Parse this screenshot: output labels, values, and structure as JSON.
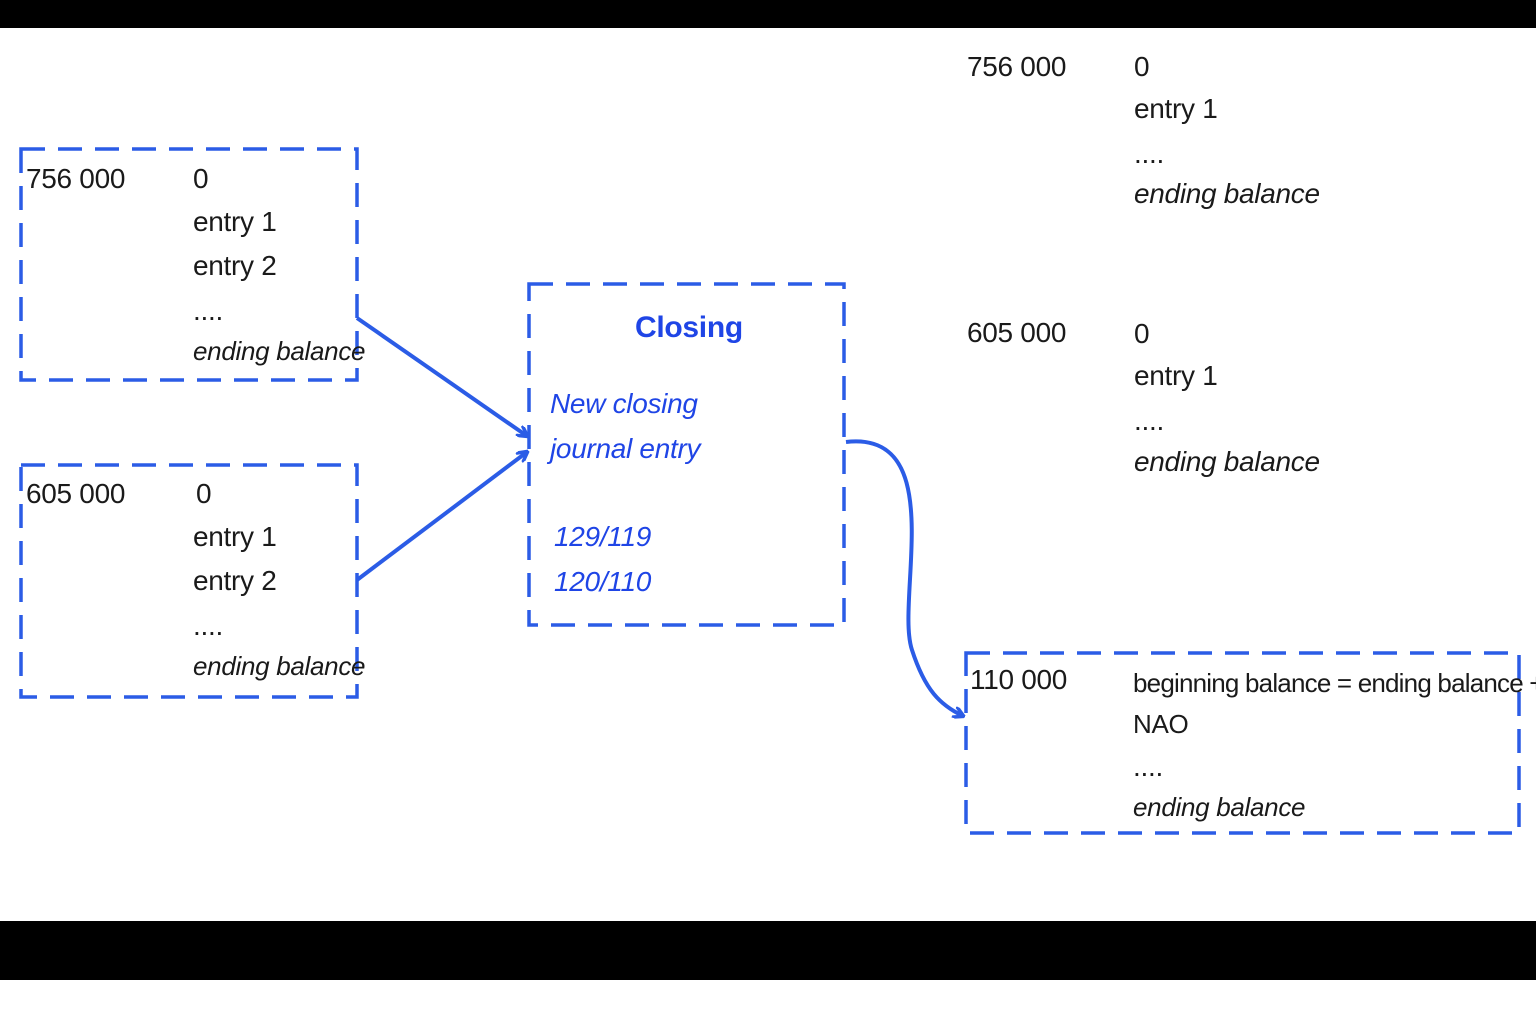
{
  "left_accounts": [
    {
      "account": "756 000",
      "opening": "0",
      "entries": [
        "entry 1",
        "entry 2"
      ],
      "dots": "....",
      "ending": "ending balance"
    },
    {
      "account": "605 000",
      "opening": "0",
      "entries": [
        "entry 1",
        "entry 2"
      ],
      "dots": "....",
      "ending": "ending balance"
    }
  ],
  "closing": {
    "title": "Closing",
    "subtitle_line1": "New closing",
    "subtitle_line2": "journal entry",
    "codes": [
      "129/119",
      "120/110"
    ]
  },
  "right_accounts": [
    {
      "account": "756 000",
      "opening": "0",
      "entry": "entry 1",
      "dots": "....",
      "ending": "ending balance"
    },
    {
      "account": "605 000",
      "opening": "0",
      "entry": "entry 1",
      "dots": "....",
      "ending": "ending balance"
    }
  ],
  "result_account": {
    "account": "110 000",
    "beginning_line1": "beginning balance = ending balance +",
    "beginning_line2": "NAO",
    "dots": "....",
    "ending": "ending balance"
  },
  "colors": {
    "accent": "#2b5ce6",
    "title": "#1f45e6",
    "text": "#1a1a1a",
    "frame": "#000000"
  }
}
